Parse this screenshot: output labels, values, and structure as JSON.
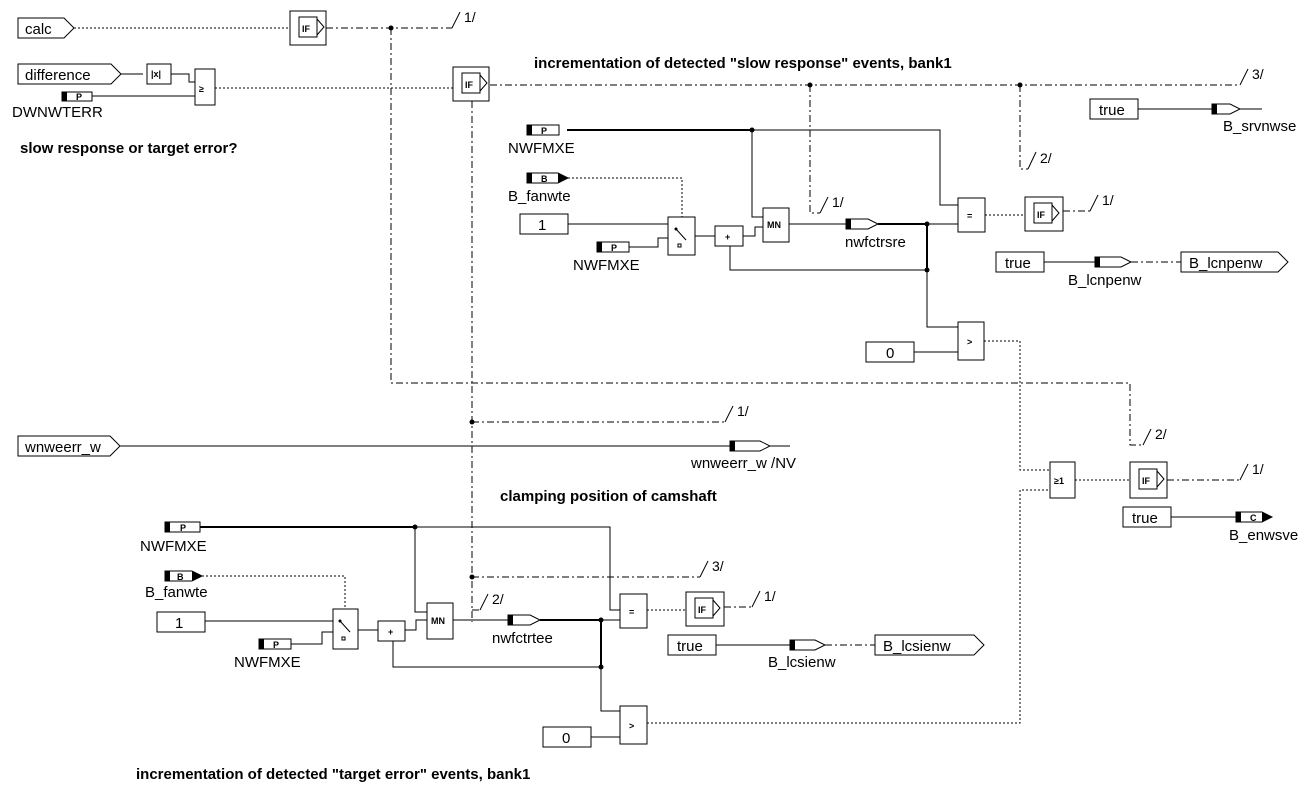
{
  "comments": {
    "slow_response_bank1": "incrementation of detected \"slow response\" events, bank1",
    "slow_or_target": "slow response or target error?",
    "clamping": "clamping position of camshaft",
    "target_error_bank1": "incrementation of detected \"target error\" events, bank1"
  },
  "inputs": {
    "calc": "calc",
    "difference": "difference",
    "wnweerr_w": "wnweerr_w"
  },
  "params": {
    "dwnwterr": "DWNWTERR",
    "nwfmxe_top_a": "NWFMXE",
    "nwfmxe_top_b": "NWFMXE",
    "nwfmxe_bot_a": "NWFMXE",
    "nwfmxe_bot_b": "NWFMXE"
  },
  "messages": {
    "b_fanwte_top": "B_fanwte",
    "b_fanwte_bot": "B_fanwte",
    "nwfctrsre": "nwfctrsre",
    "nwfctrtee": "nwfctrtee",
    "b_srvnwse": "B_srvnwse",
    "b_lcnpenw_var": "B_lcnpenw",
    "b_lcnpenw_out": "B_lcnpenw",
    "b_lcsienw_var": "B_lcsienw",
    "b_lcsienw_out": "B_lcsienw",
    "b_enwsve": "B_enwsve",
    "wnweerr_nv": "wnweerr_w /NV"
  },
  "constants": {
    "true_srvnwse": "true",
    "true_lcnpenw": "true",
    "true_lcsienw": "true",
    "true_enwsve": "true",
    "one_top": "1",
    "one_bot": "1",
    "zero_top": "0",
    "zero_bot": "0"
  },
  "block_glyphs": {
    "abs": "|x|",
    "ge": "≥",
    "plus": "+",
    "mn": "MN",
    "eq": "=",
    "gt": ">",
    "or": "≥1",
    "if": "IF",
    "param_tag": "P",
    "flag_tag": "B",
    "out_tag": "C"
  },
  "sequence_marks": {
    "m1": "1/",
    "m2": "3/",
    "m3": "2/",
    "m4": "1/",
    "m5": "1/",
    "m6": "1/",
    "m7": "2/",
    "m8": "1/",
    "m9": "3/",
    "m10": "2/",
    "m11": "1/"
  },
  "colors": {
    "line": "#000000",
    "background": "#ffffff"
  }
}
